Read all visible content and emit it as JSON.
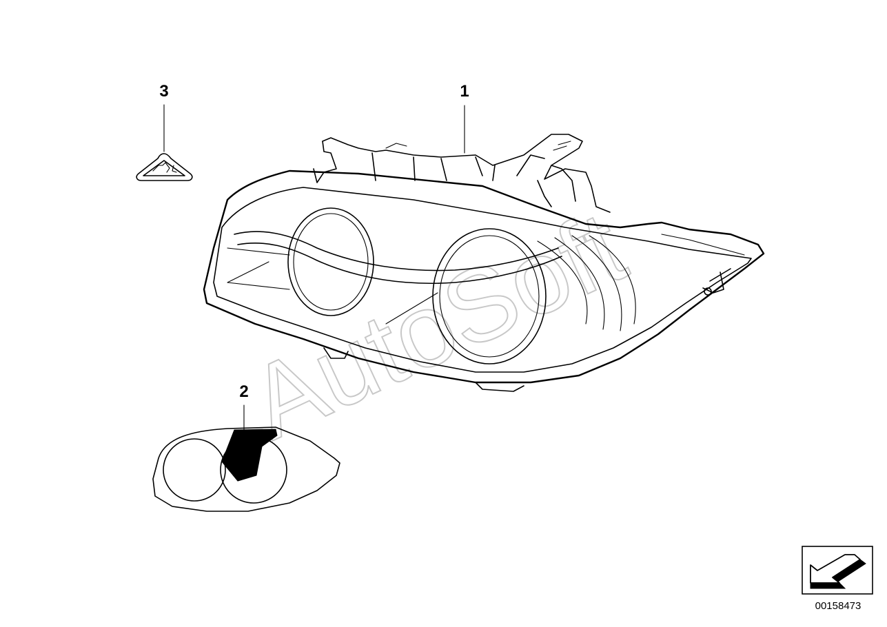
{
  "callouts": [
    {
      "label": "1"
    },
    {
      "label": "2"
    },
    {
      "label": "3"
    }
  ],
  "watermark": "AutoSoft",
  "catalog_number": "00158473",
  "icons": [
    "warning-triangle-icon",
    "direction-arrow-icon"
  ]
}
